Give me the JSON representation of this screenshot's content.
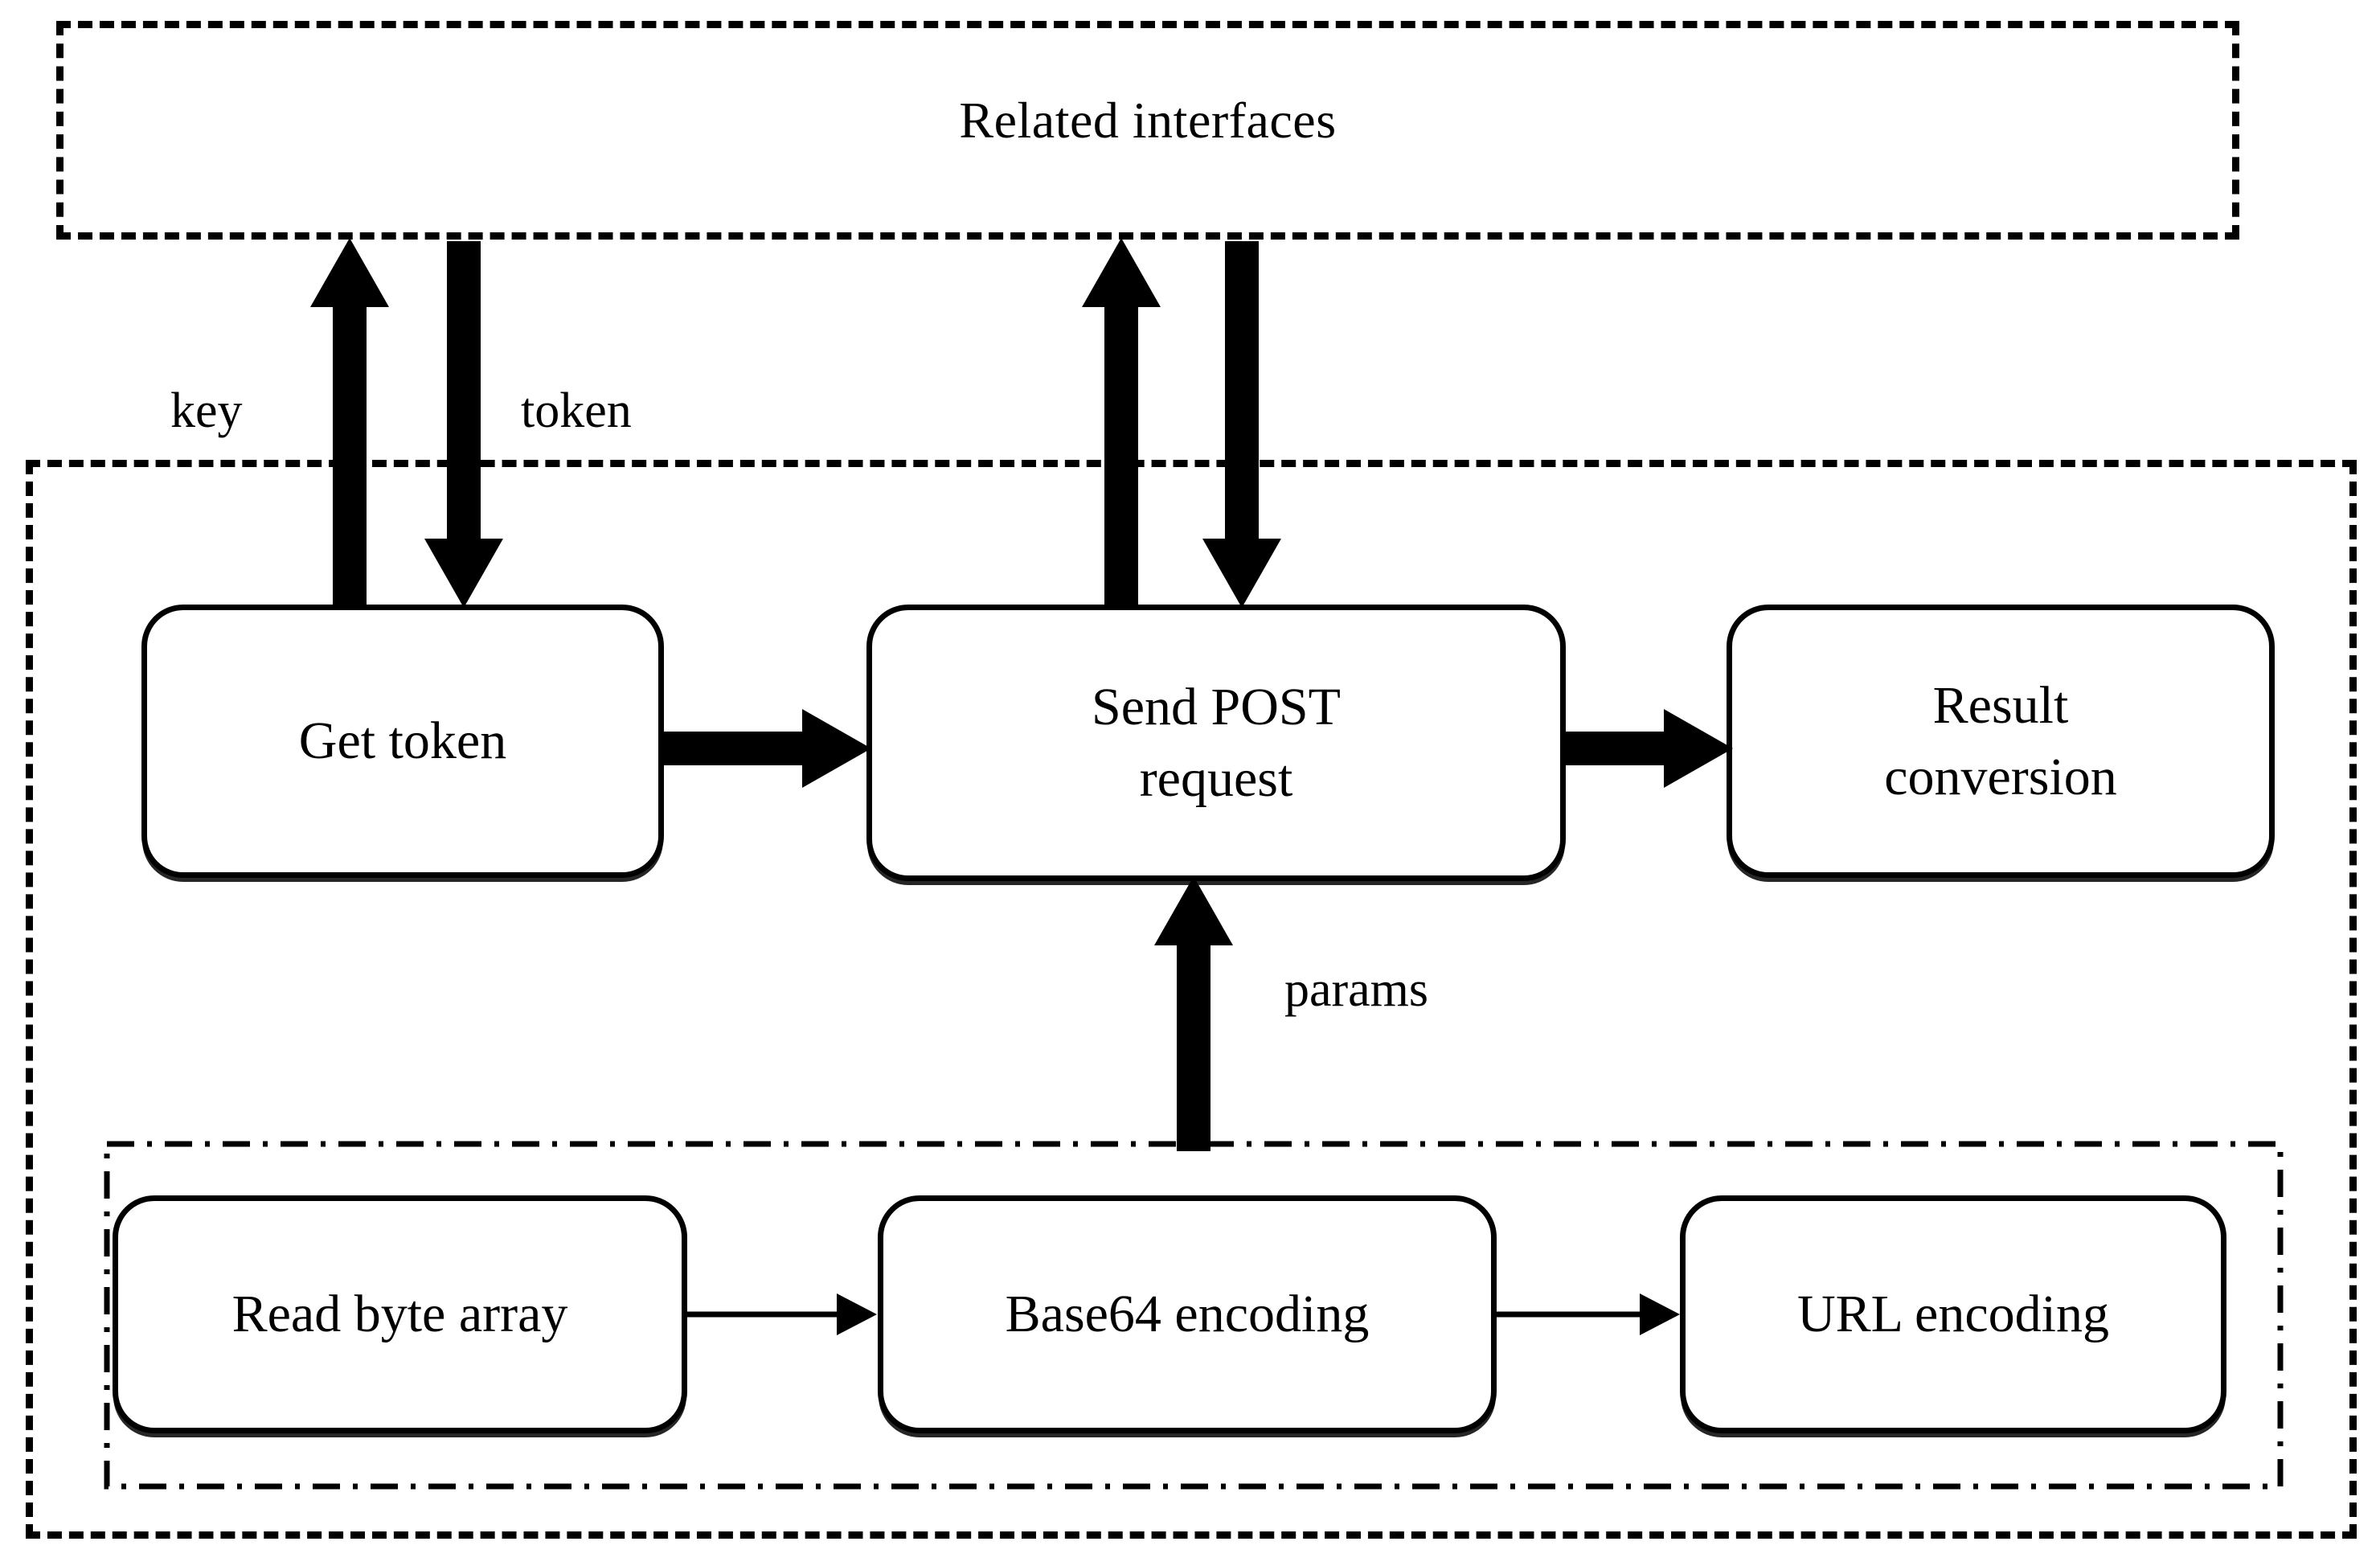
{
  "diagram": {
    "title_text": "Related interfaces",
    "groups": [
      {
        "id": "related-interfaces",
        "label": "Related interfaces",
        "border": "dashed"
      },
      {
        "id": "client-module",
        "label": "",
        "border": "dashed"
      },
      {
        "id": "params-builder",
        "label": "",
        "border": "dash-dot"
      }
    ],
    "nodes": [
      {
        "id": "get-token",
        "label": "Get token"
      },
      {
        "id": "send-post-request",
        "label_line1": "Send POST",
        "label_line2": "request"
      },
      {
        "id": "result-conversion",
        "label_line1": "Result",
        "label_line2": "conversion"
      },
      {
        "id": "read-byte-array",
        "label": "Read byte array"
      },
      {
        "id": "base64-encoding",
        "label": "Base64 encoding"
      },
      {
        "id": "url-encoding",
        "label": "URL encoding"
      }
    ],
    "edge_labels": {
      "key": "key",
      "token": "token",
      "params": "params"
    },
    "colors": {
      "stroke": "#000000",
      "background": "#ffffff"
    }
  }
}
